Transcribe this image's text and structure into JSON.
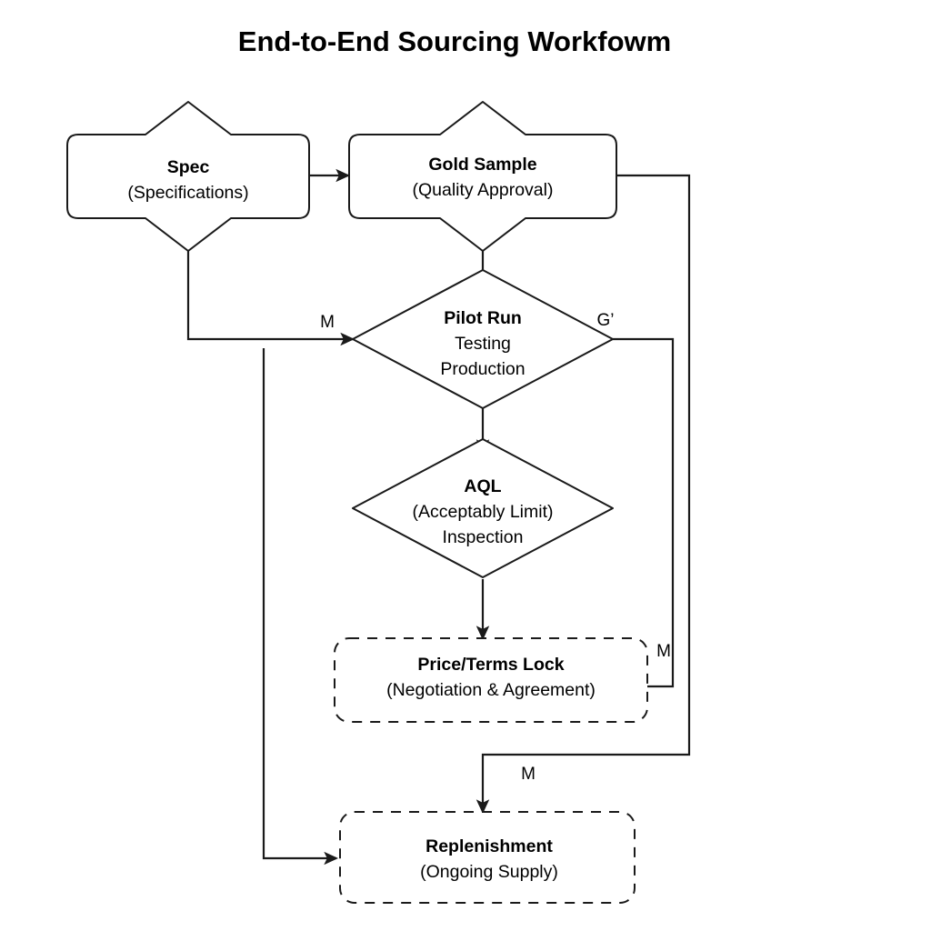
{
  "diagram": {
    "title": "End-to-End Sourcing Workfowm",
    "background_color": "#ffffff",
    "stroke_color": "#1a1a1a",
    "type": "flowchart",
    "nodes": [
      {
        "id": "spec",
        "shape": "hexagon-rounded",
        "title": "Spec",
        "subtitle": "(Specifications)",
        "style": "solid"
      },
      {
        "id": "gold-sample",
        "shape": "hexagon-rounded",
        "title": "Gold Sample",
        "subtitle": "(Quality Approval)",
        "style": "solid"
      },
      {
        "id": "pilot-run",
        "shape": "diamond",
        "title": "Pilot Run",
        "subtitle": "Testing",
        "subtitle2": "Production",
        "style": "solid"
      },
      {
        "id": "aql",
        "shape": "diamond",
        "title": "AQL",
        "subtitle": "(Acceptably Limit)",
        "subtitle2": "Inspection",
        "style": "solid"
      },
      {
        "id": "price-terms-lock",
        "shape": "rounded-rect",
        "title": "Price/Terms Lock",
        "subtitle": "(Negotiation & Agreement)",
        "style": "dashed"
      },
      {
        "id": "replenishment",
        "shape": "rounded-rect",
        "title": "Replenishment",
        "subtitle": "(Ongoing Supply)",
        "style": "dashed"
      }
    ],
    "edge_labels": {
      "pilot_run_in": "M",
      "pilot_run_out": "G’",
      "price_terms_out": "M",
      "replenishment_in": "M"
    }
  }
}
